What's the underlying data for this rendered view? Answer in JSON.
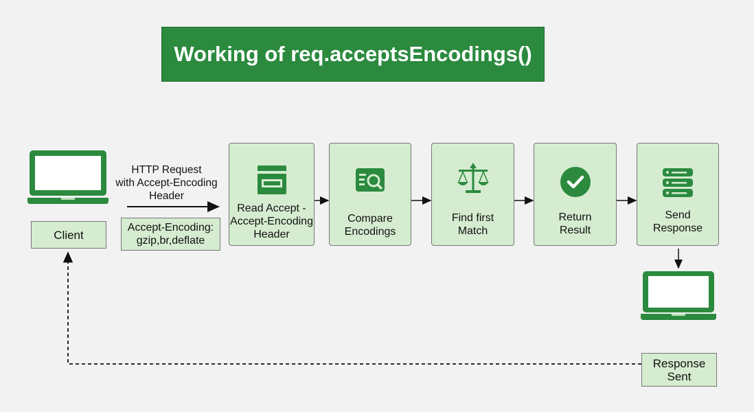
{
  "title": "Working of req.acceptsEncodings()",
  "client_label": "Client",
  "request_label": [
    "HTTP Request",
    "with Accept-Encoding",
    "Header"
  ],
  "header_value": [
    "Accept-Encoding:",
    "gzip,br,deflate"
  ],
  "steps": [
    {
      "lines": [
        "Read Accept -",
        "Accept-Encoding",
        "Header"
      ],
      "icon": "header-document-icon"
    },
    {
      "lines": [
        "Compare",
        "Encodings"
      ],
      "icon": "search-compare-icon"
    },
    {
      "lines": [
        "Find first",
        "Match"
      ],
      "icon": "balance-scale-icon"
    },
    {
      "lines": [
        "Return",
        "Result"
      ],
      "icon": "check-circle-icon"
    },
    {
      "lines": [
        "Send",
        "Response"
      ],
      "icon": "server-icon"
    }
  ],
  "response_sent_label": [
    "Response",
    "Sent"
  ],
  "colors": {
    "accent": "#2b8a3e",
    "box_fill": "#d5ecd0",
    "background": "#f2f2f2"
  }
}
